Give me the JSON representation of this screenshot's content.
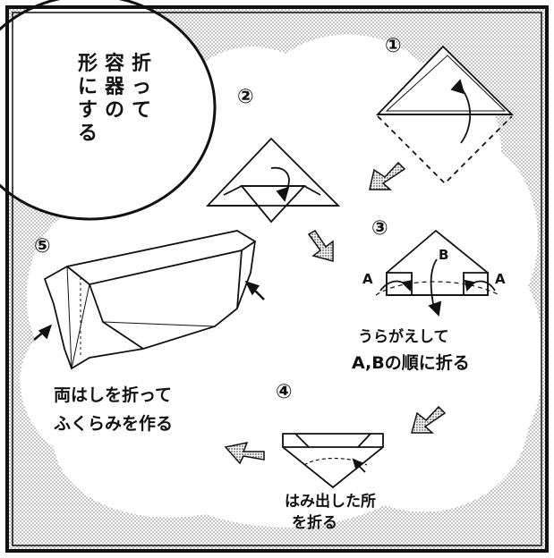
{
  "title_lines": [
    "折って",
    "容器の",
    "形にする"
  ],
  "steps": [
    {
      "number": "①"
    },
    {
      "number": "②"
    },
    {
      "number": "③",
      "label_a": "A",
      "label_b": "B",
      "instruction_lines": [
        "うらがえして",
        "A,Bの順に折る"
      ]
    },
    {
      "number": "④",
      "instruction_lines": [
        "はみ出した所",
        "を折る"
      ]
    },
    {
      "number": "⑤",
      "instruction_lines": [
        "両はしを折って",
        "ふくらみを作る"
      ]
    }
  ]
}
